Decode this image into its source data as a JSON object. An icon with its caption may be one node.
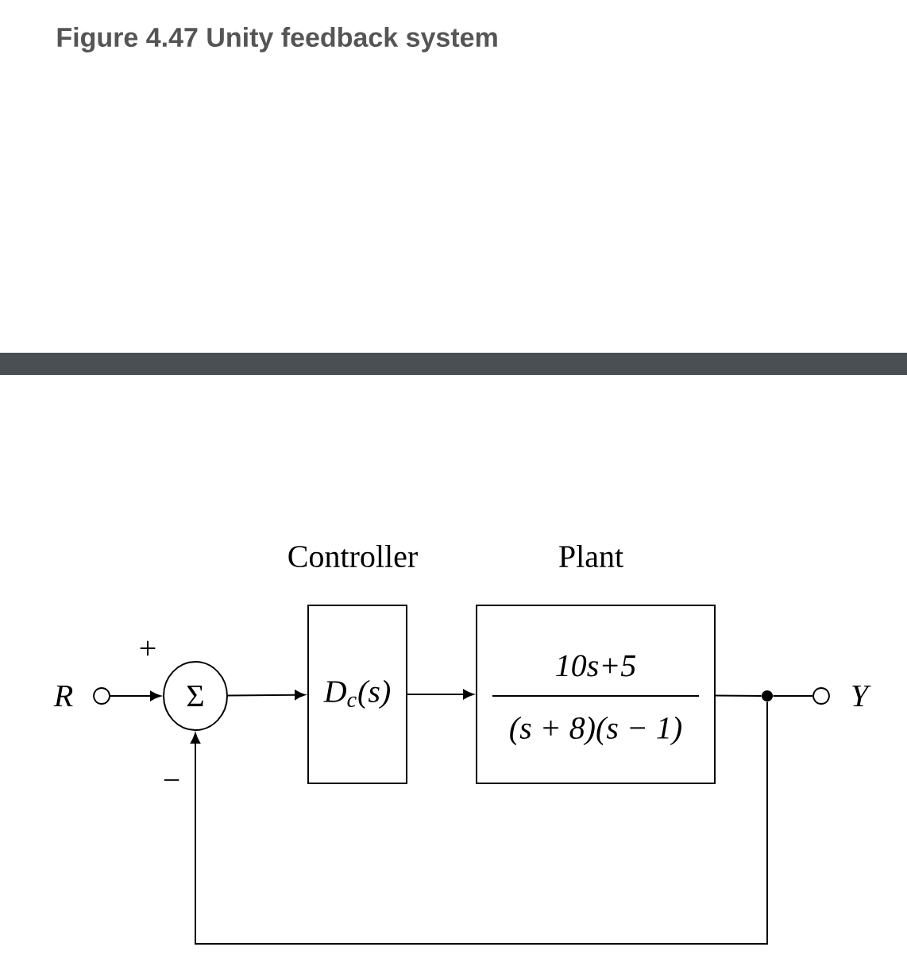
{
  "diagram": {
    "title": "Figure 4.47 Unity feedback system",
    "nodes": [
      {
        "text": [],
        "shape": "circle",
        "beside": [
          "R"
        ]
      },
      {
        "text": [
          "Σ"
        ],
        "beside": [
          "+",
          "−"
        ]
      },
      {
        "text": [
          "Controller",
          "D$_{c}$(s)"
        ]
      },
      {
        "text": [
          "Plant",
          "10s+5",
          "(s + 8)(s − 1)"
        ]
      },
      {
        "text": [],
        "shape": "circle"
      },
      {
        "text": [],
        "shape": "circle",
        "beside": [
          "Y"
        ]
      }
    ],
    "edges": [
      {
        "from": 0,
        "to": 1,
        "arrow": "to"
      },
      {
        "from": 1,
        "to": 2,
        "arrow": "to"
      },
      {
        "from": 2,
        "to": 3,
        "arrow": "to"
      },
      {
        "from": 3,
        "to": 4,
        "arrow": "none"
      },
      {
        "from": 4,
        "to": 5,
        "arrow": "none"
      },
      {
        "from": 4,
        "to": 1,
        "arrow": "to"
      }
    ]
  }
}
